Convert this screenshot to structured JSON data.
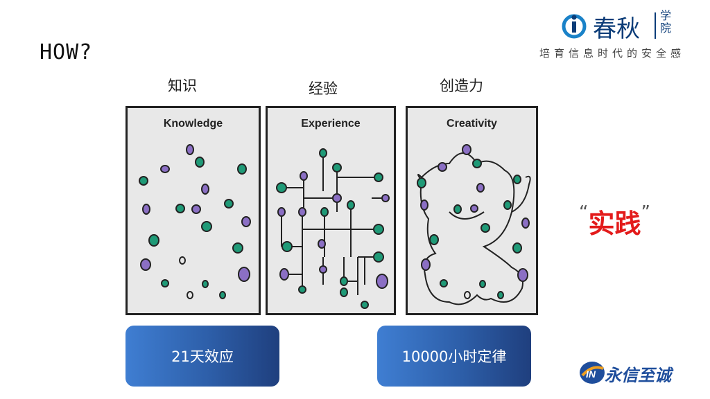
{
  "slide": {
    "title": "HOW?",
    "brand": {
      "name": "春秋",
      "sub": "学院",
      "tagline": "培育信息时代的安全感",
      "icon": "i-logo-icon"
    },
    "columns": [
      {
        "cn": "知识",
        "en": "Knowledge"
      },
      {
        "cn": "经验",
        "en": "Experience"
      },
      {
        "cn": "创造力",
        "en": "Creativity"
      }
    ],
    "quote": {
      "open": "“",
      "text": "实践",
      "close": "”"
    },
    "buttons": [
      {
        "label": "21天效应"
      },
      {
        "label": "10000小时定律"
      }
    ],
    "footer": {
      "name": "永信至诚",
      "icon": "in-logo-icon"
    },
    "colors": {
      "green": "#1f9a77",
      "purple": "#8b6fc4",
      "accent_red": "#e31b1b",
      "brand_blue": "#0b3c78"
    }
  }
}
